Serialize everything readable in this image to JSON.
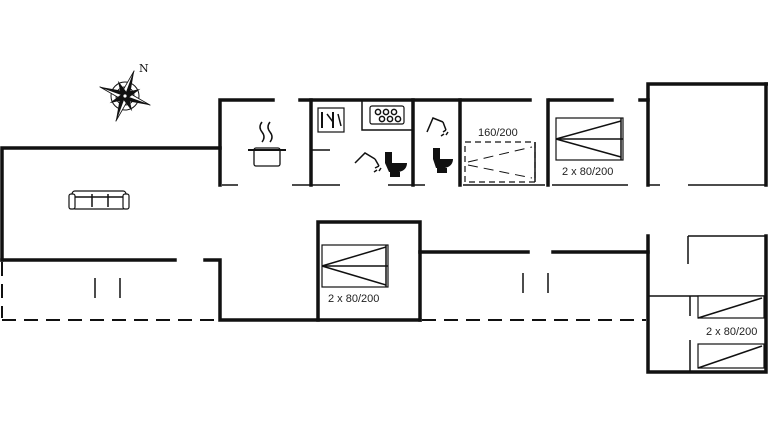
{
  "compass": {
    "north_label": "N"
  },
  "rooms": {
    "bedroom_double": {
      "bed_label": "160/200"
    },
    "bedroom_top_right": {
      "bed_label": "2 x 80/200"
    },
    "bedroom_lower_middle": {
      "bed_label": "2 x 80/200"
    },
    "bedroom_right_wing": {
      "bed_label": "2 x 80/200"
    }
  },
  "icons": [
    "compass-rose-icon",
    "sofa-icon",
    "cooking-pot-icon",
    "washing-machine-icon",
    "hob-icon",
    "shower-icon",
    "toilet-icon"
  ]
}
